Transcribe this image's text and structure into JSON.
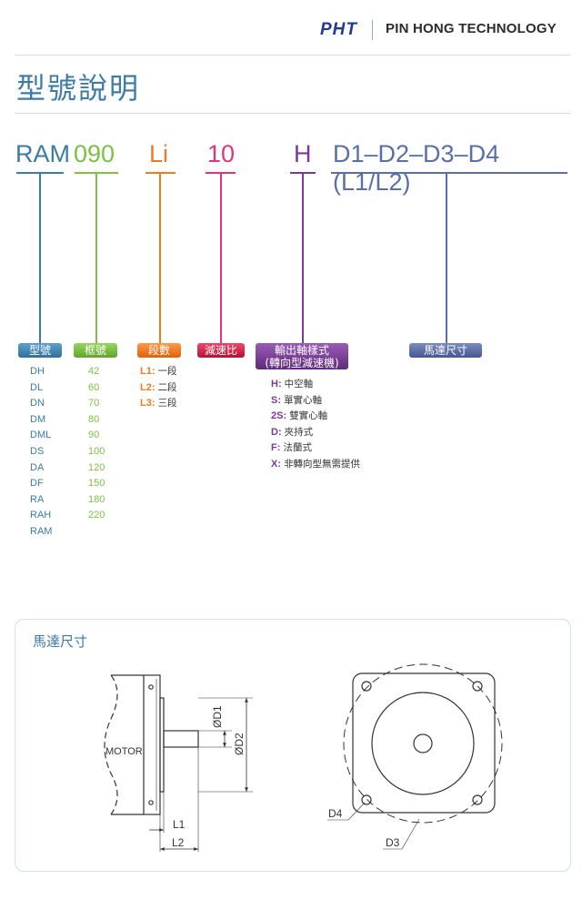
{
  "header": {
    "logo": "PHT",
    "company": "PIN HONG TECHNOLOGY"
  },
  "page_title": "型號說明",
  "model_code": {
    "segments": [
      {
        "text": "RAM",
        "color": "#3a7ca8"
      },
      {
        "text": "090",
        "color": "#7cc242"
      },
      {
        "text": "Li",
        "color": "#f07a1e"
      },
      {
        "text": "10",
        "color": "#e0357a"
      },
      {
        "text": "H",
        "color": "#7a3a96"
      },
      {
        "text": "D1–D2–D3–D4 (L1/L2)",
        "color": "#5a6fa8"
      }
    ]
  },
  "categories": {
    "series": {
      "label": "型號",
      "color": "#3a7ca8",
      "items": [
        "DH",
        "DL",
        "DN",
        "DM",
        "DML",
        "DS",
        "DA",
        "DF",
        "RA",
        "RAH",
        "RAM"
      ]
    },
    "frame": {
      "label": "框號",
      "color": "#7cc242",
      "items": [
        "42",
        "60",
        "70",
        "80",
        "90",
        "100",
        "120",
        "150",
        "180",
        "220"
      ]
    },
    "stage": {
      "label": "段數",
      "color": "#f07a1e",
      "items": [
        {
          "key": "L1:",
          "value": "一段"
        },
        {
          "key": "L2:",
          "value": "二段"
        },
        {
          "key": "L3:",
          "value": "三段"
        }
      ]
    },
    "ratio": {
      "label": "減速比",
      "color": "#d9244a"
    },
    "shaft": {
      "label_line1": "輸出軸樣式",
      "label_line2": "(轉向型減速機)",
      "color": "#7a3a96",
      "items": [
        {
          "key": "H:",
          "value": "中空軸"
        },
        {
          "key": "S:",
          "value": "單實心軸"
        },
        {
          "key": "2S:",
          "value": "雙實心軸"
        },
        {
          "key": "D:",
          "value": "夾持式"
        },
        {
          "key": "F:",
          "value": "法蘭式"
        },
        {
          "key": "X:",
          "value": "非轉向型無需提供"
        }
      ]
    },
    "motor_dim": {
      "label": "馬達尺寸",
      "color": "#5a6fa8"
    }
  },
  "dimension_panel": {
    "title": "馬達尺寸",
    "labels": {
      "motor": "MOTOR",
      "d1": "ØD1",
      "d2": "ØD2",
      "l1": "L1",
      "l2": "L2",
      "d3": "D3",
      "d4": "D4"
    }
  }
}
